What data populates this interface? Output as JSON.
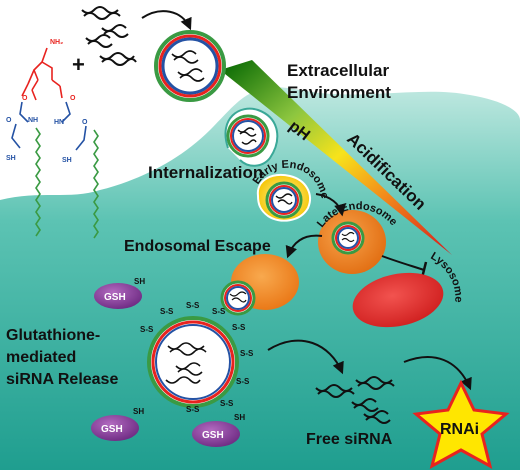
{
  "labels": {
    "extracellular_line1": "Extracellular",
    "extracellular_line2": "Environment",
    "internalization": "Internalization",
    "ph": "pH",
    "acidification": "Acidification",
    "early_endosome": "Early Endosome",
    "late_endosome": "Late Endosome",
    "lysosome": "Lysosome",
    "endosomal_escape": "Endosomal Escape",
    "glutathione_line1": "Glutathione-",
    "glutathione_line2": "mediated",
    "glutathione_line3": "siRNA Release",
    "free_sirna": "Free siRNA",
    "rnai": "RNAi",
    "plus": "+"
  },
  "molecule": {
    "nh2": "NH₂",
    "o": "O",
    "nh": "NH",
    "hn": "HN",
    "sh": "SH"
  },
  "gsh": {
    "label": "GSH",
    "sh": "SH"
  },
  "disulfide": "S-S",
  "colors": {
    "cell": "#2ea79a",
    "cell_light": "#cfeee8",
    "lipid_red": "#e8231f",
    "lipid_blue": "#2452a4",
    "lipid_green": "#3a9a43",
    "endosome_orange": "#f07d1c",
    "lysosome_red": "#e0201f",
    "gsh_purple": "#8a3a9c",
    "star_yellow": "#ffe600"
  }
}
